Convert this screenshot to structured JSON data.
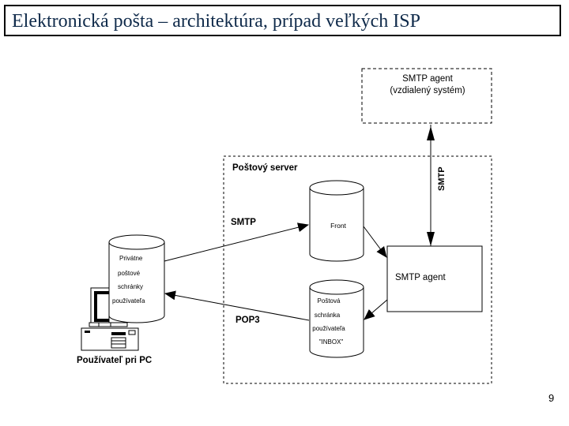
{
  "slide": {
    "title": "Elektronická pošta – architektúra, prípad veľkých ISP",
    "page_number": "9"
  },
  "diagram": {
    "remote_agent": {
      "line1": "SMTP agent",
      "line2": "(vzdialený systém)"
    },
    "server_group_label": "Poštový server",
    "link_remote_label": "SMTP",
    "link_client_smtp_label": "SMTP",
    "link_client_pop3_label": "POP3",
    "front_label": "Front",
    "local_agent_label": "SMTP agent",
    "inbox_lines": [
      "Poštová",
      "schránka",
      "používateľa",
      "\"INBOX\""
    ],
    "private_lines": [
      "Privátne",
      "poštové",
      "schránky",
      "používateľa"
    ],
    "pc_label": "Používateľ pri PC"
  }
}
